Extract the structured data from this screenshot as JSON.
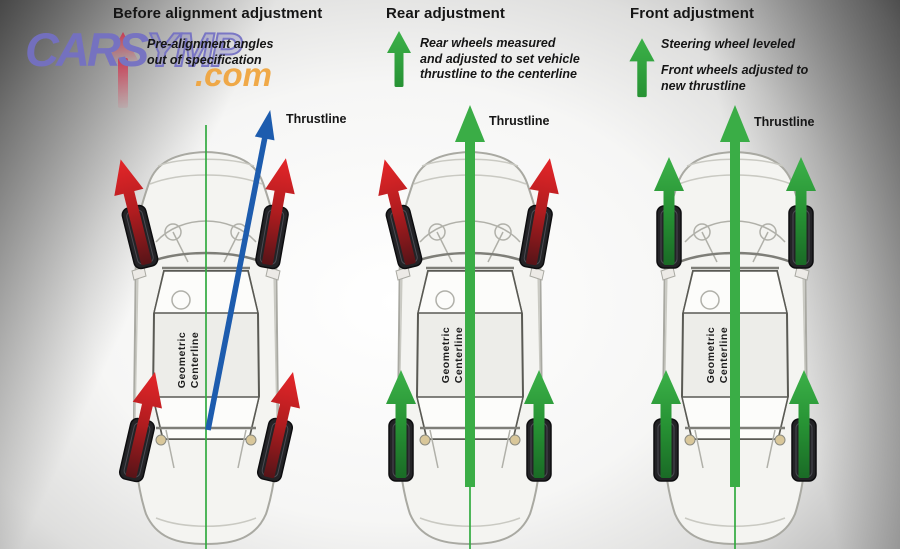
{
  "watermark": {
    "brand": "CARS",
    "brand_outline": "YMP",
    "tld": ".com",
    "arrow_icon": "red-up-arrow"
  },
  "colors": {
    "red_bright": "#e52629",
    "red_dark": "#571418",
    "green_bright": "#3cb149",
    "green_dark": "#1a6b26",
    "thrustline_green": "#3aad46",
    "thrustline_blue": "#1d5cae",
    "centerline_green": "#33ab41",
    "logo_purple": "#7470c4",
    "logo_orange": "#f0a43c",
    "text": "#161616"
  },
  "panels": [
    {
      "title": "Before alignment adjustment",
      "captions": [
        [
          "Pre-alignment angles",
          "out of specification"
        ]
      ],
      "thrustline_label": "Thrustline",
      "centerline_label": [
        "Geometric",
        "Centerline"
      ],
      "thrustline": {
        "color": "blue",
        "angle_deg": 11
      },
      "wheel_arrows": {
        "front_left": {
          "color": "red",
          "angle_deg": -14
        },
        "front_right": {
          "color": "red",
          "angle_deg": 10
        },
        "rear_left": {
          "color": "red",
          "angle_deg": 13
        },
        "rear_right": {
          "color": "red",
          "angle_deg": 13
        }
      }
    },
    {
      "title": "Rear adjustment",
      "legend_icon": "green-up-arrow",
      "captions": [
        [
          "Rear wheels measured",
          "and adjusted to set vehicle",
          "thrustline to the centerline"
        ]
      ],
      "thrustline_label": "Thrustline",
      "centerline_label": [
        "Geometric",
        "Centerline"
      ],
      "thrustline": {
        "color": "green",
        "angle_deg": 0
      },
      "wheel_arrows": {
        "front_left": {
          "color": "red",
          "angle_deg": -14
        },
        "front_right": {
          "color": "red",
          "angle_deg": 10
        },
        "rear_left": {
          "color": "green",
          "angle_deg": 0
        },
        "rear_right": {
          "color": "green",
          "angle_deg": 0
        }
      }
    },
    {
      "title": "Front adjustment",
      "legend_icon": "green-up-arrow",
      "captions": [
        [
          "Steering wheel leveled"
        ],
        [
          "Front wheels adjusted to",
          "new thrustline"
        ]
      ],
      "thrustline_label": "Thrustline",
      "centerline_label": [
        "Geometric",
        "Centerline"
      ],
      "thrustline": {
        "color": "green",
        "angle_deg": 0
      },
      "wheel_arrows": {
        "front_left": {
          "color": "green",
          "angle_deg": 0
        },
        "front_right": {
          "color": "green",
          "angle_deg": 0
        },
        "rear_left": {
          "color": "green",
          "angle_deg": 0
        },
        "rear_right": {
          "color": "green",
          "angle_deg": 0
        }
      }
    }
  ]
}
